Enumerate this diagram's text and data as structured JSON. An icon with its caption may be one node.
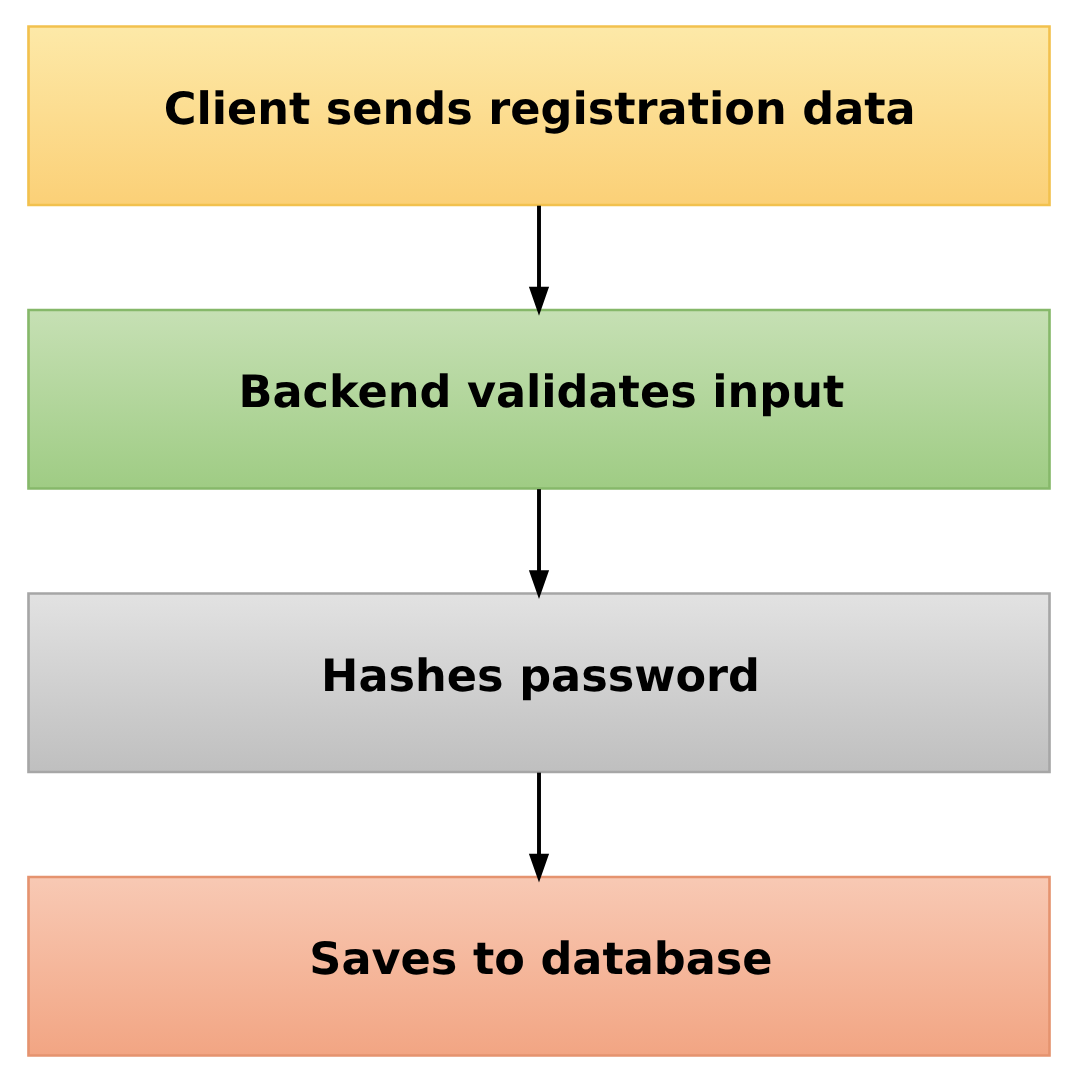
{
  "diagram": {
    "nodes": [
      {
        "text": [
          "Client sends registration data"
        ]
      },
      {
        "text": [
          "Backend validates input"
        ]
      },
      {
        "text": [
          "Hashes password"
        ]
      },
      {
        "text": [
          "Saves to database"
        ]
      }
    ],
    "edges": [
      {
        "from": 0,
        "to": 1,
        "arrow": "to"
      },
      {
        "from": 1,
        "to": 2,
        "arrow": "to"
      },
      {
        "from": 2,
        "to": 3,
        "arrow": "to"
      }
    ]
  }
}
